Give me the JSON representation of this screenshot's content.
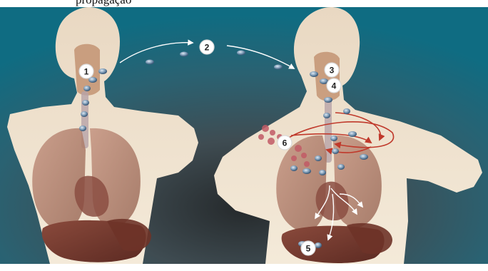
{
  "caption": {
    "text": "propagação"
  },
  "markers": [
    {
      "id": "marker-1",
      "label": "1"
    },
    {
      "id": "marker-2",
      "label": "2"
    },
    {
      "id": "marker-3",
      "label": "3"
    },
    {
      "id": "marker-4",
      "label": "4"
    },
    {
      "id": "marker-5",
      "label": "5"
    },
    {
      "id": "marker-6",
      "label": "6"
    }
  ],
  "colors": {
    "background_center": "#3d4a4f",
    "background_edge": "#0f6c82",
    "skin": "#efe3cf",
    "lung": "#b07e6c",
    "liver": "#7a3f33",
    "arrow": "#ffffff",
    "spread_arrow": "#c0392b"
  },
  "icons": {
    "bacterium": "bacterium-icon"
  }
}
